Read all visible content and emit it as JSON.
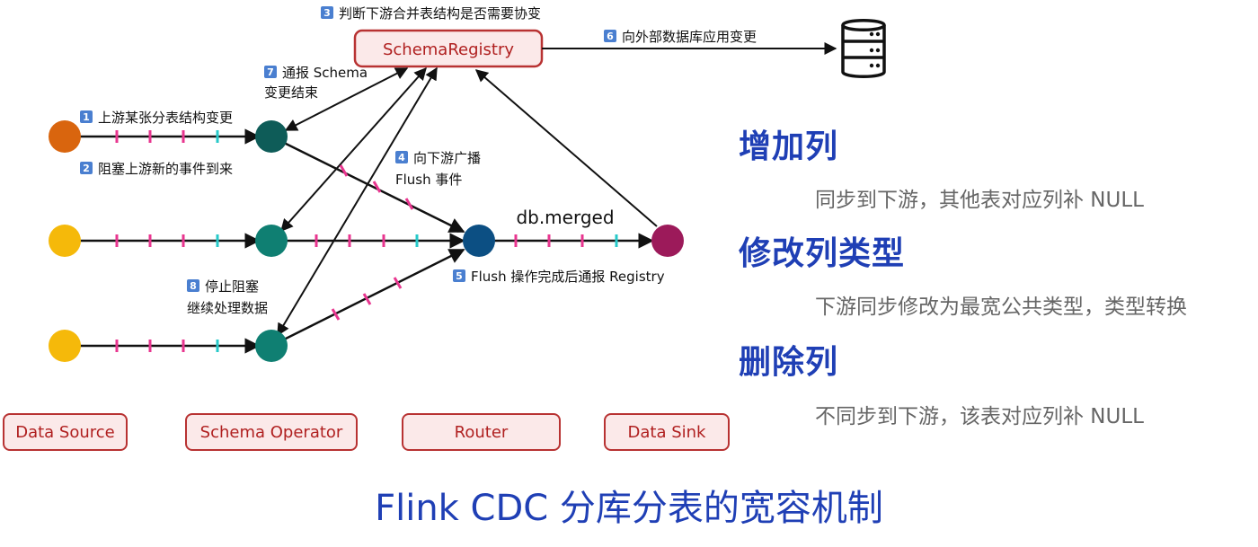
{
  "registry": {
    "label": "SchemaRegistry"
  },
  "steps": [
    {
      "num": "3",
      "lines": [
        "判断下游合并表结构是否需要协变"
      ]
    },
    {
      "num": "6",
      "lines": [
        "向外部数据库应用变更"
      ]
    },
    {
      "num": "7",
      "lines": [
        "通报 Schema",
        "变更结束"
      ]
    },
    {
      "num": "1",
      "lines": [
        "上游某张分表结构变更"
      ]
    },
    {
      "num": "2",
      "lines": [
        "阻塞上游新的事件到来"
      ]
    },
    {
      "num": "4",
      "lines": [
        "向下游广播",
        "Flush 事件"
      ]
    },
    {
      "num": "5",
      "lines": [
        "Flush 操作完成后通报 Registry"
      ]
    },
    {
      "num": "8",
      "lines": [
        "停止阻塞",
        "继续处理数据"
      ]
    }
  ],
  "merged_label": "db.merged",
  "stages": [
    "Data Source",
    "Schema Operator",
    "Router",
    "Data Sink"
  ],
  "rules": [
    {
      "title": "增加列",
      "desc": "同步到下游，其他表对应列补 NULL"
    },
    {
      "title": "修改列类型",
      "desc": "下游同步修改为最宽公共类型，类型转换"
    },
    {
      "title": "删除列",
      "desc": "不同步到下游，该表对应列补 NULL"
    }
  ],
  "footer_title": "Flink CDC 分库分表的宽容机制",
  "colors": {
    "source_changed": "#d9650e",
    "source": "#f5b90a",
    "operator_active": "#0e5c58",
    "operator": "#0f7f72",
    "router": "#0c4f83",
    "sink": "#9c1a5a",
    "event_pink": "#e8368f",
    "event_cyan": "#27c9c9",
    "accent_blue": "#1f3fb5",
    "box_red": "#b83232"
  },
  "icons": [
    "database-icon"
  ]
}
